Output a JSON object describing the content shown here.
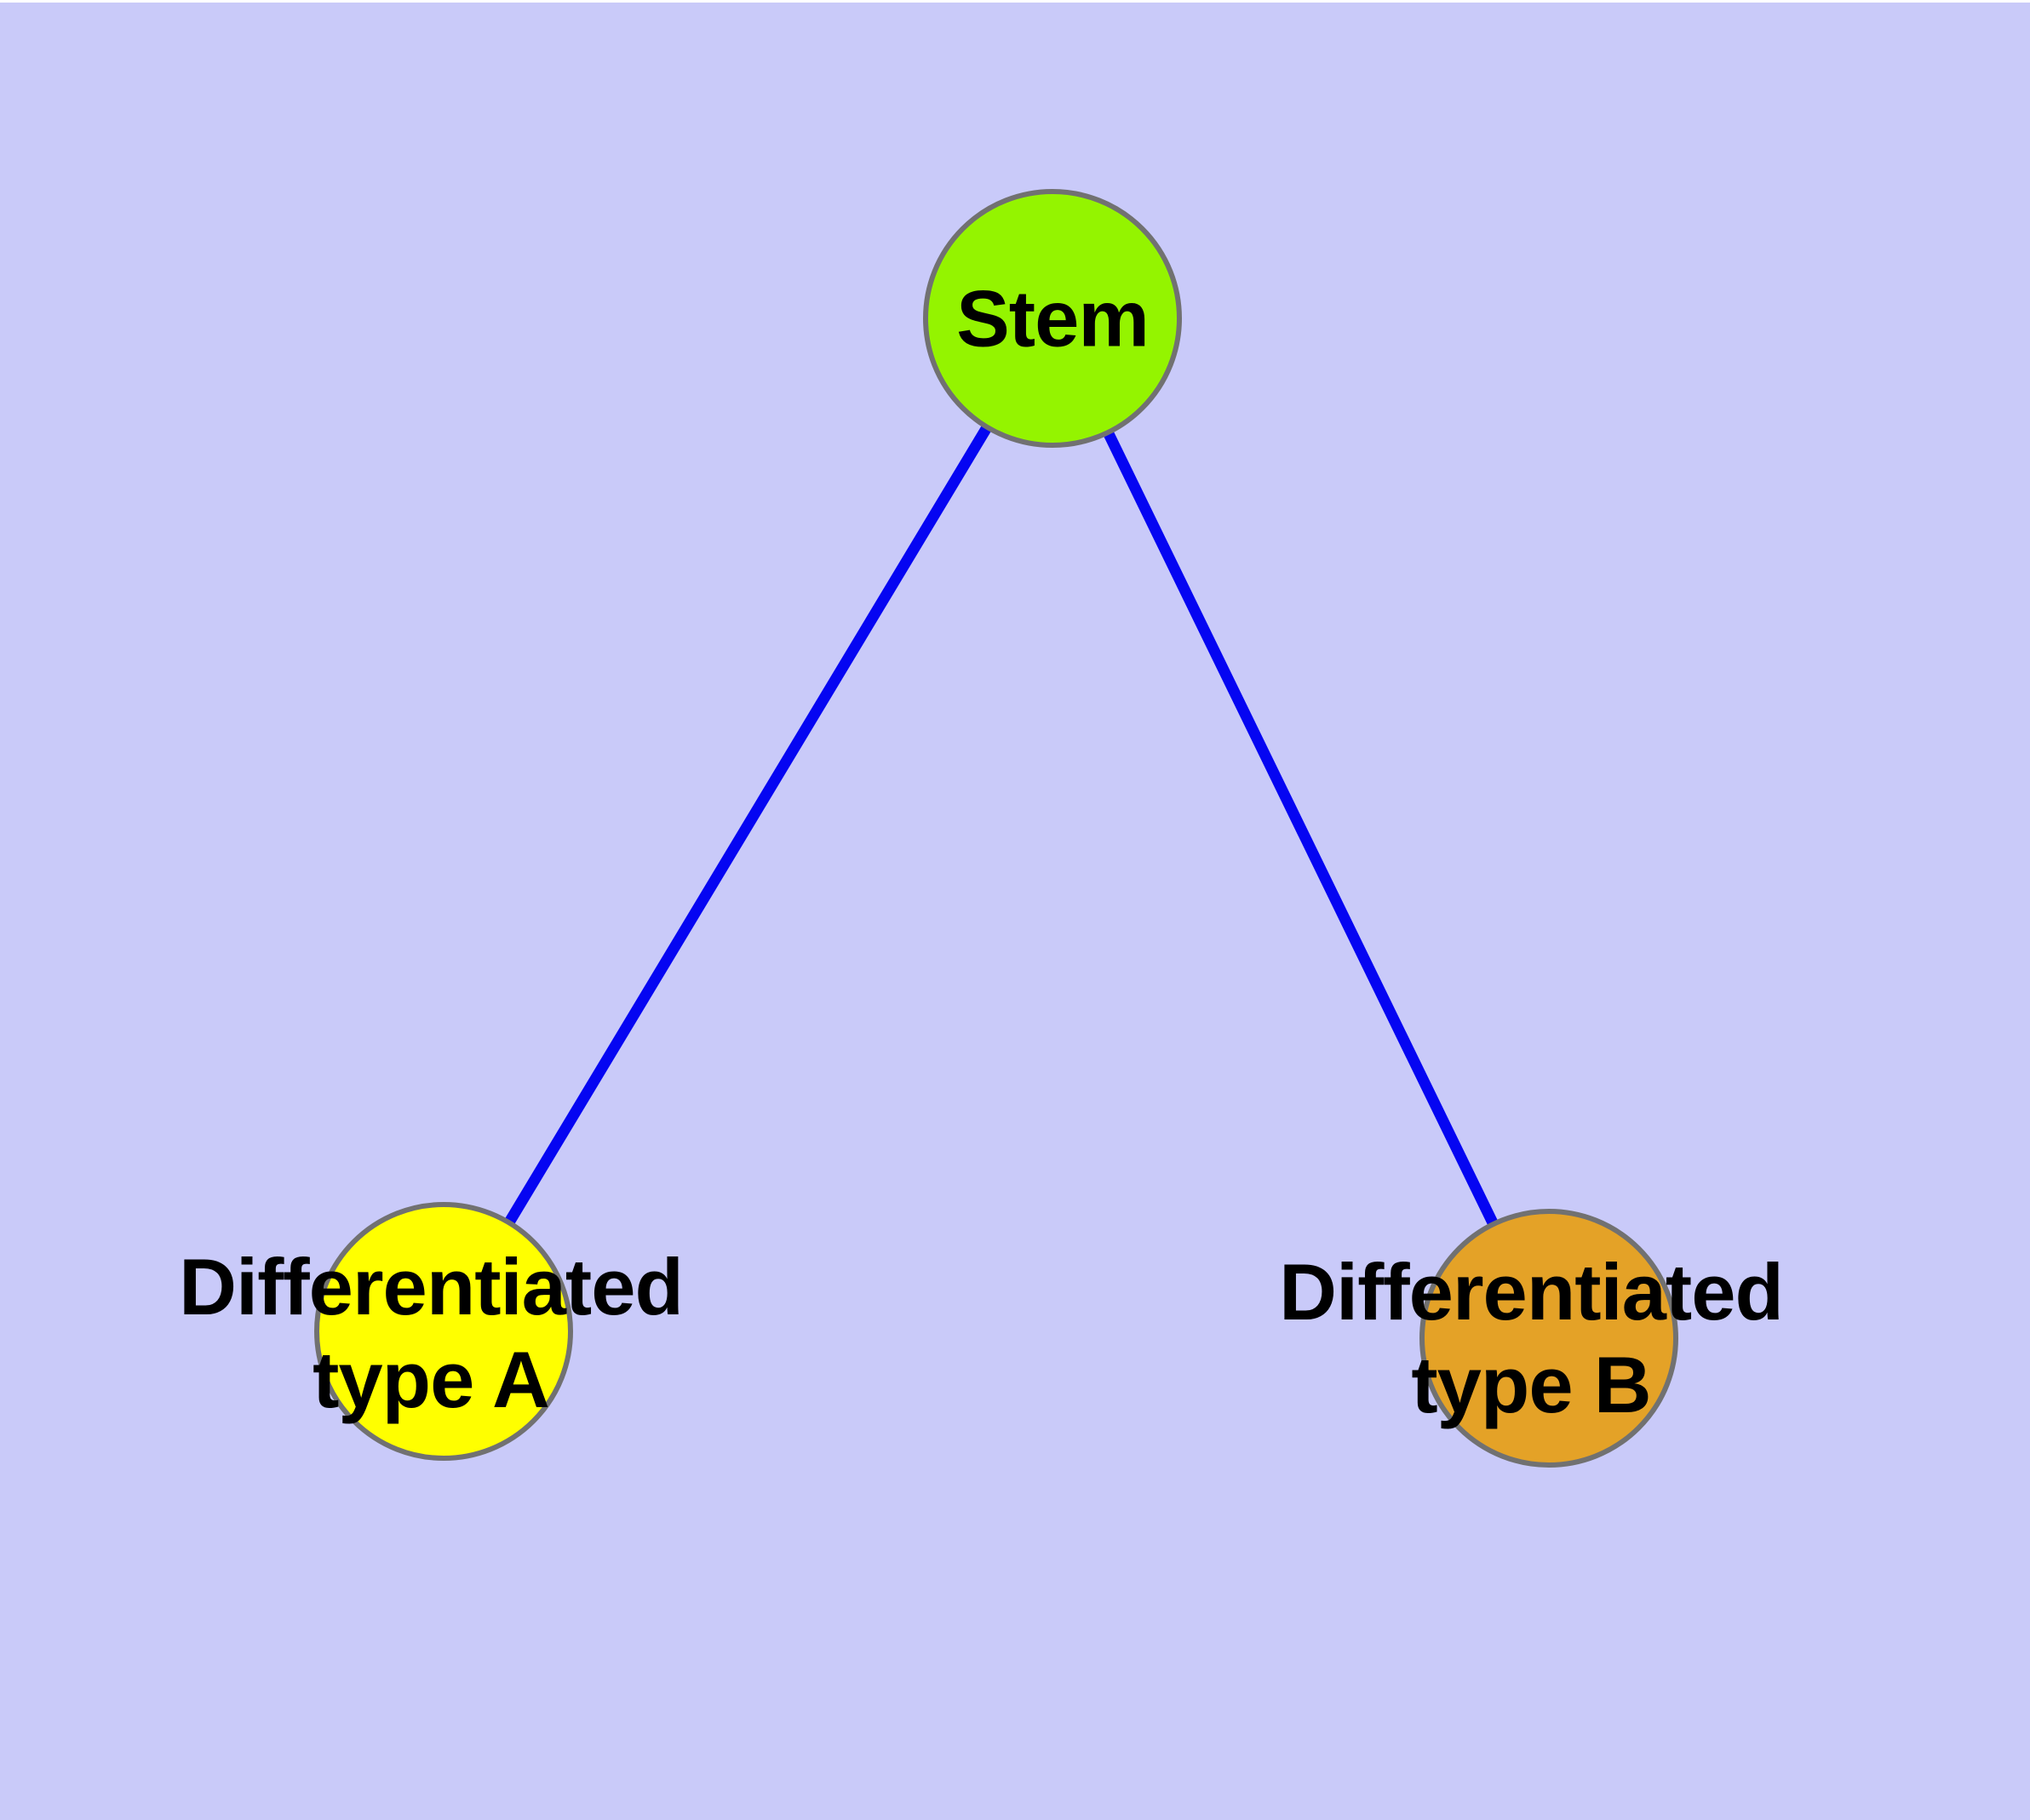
{
  "diagram": {
    "type": "graph",
    "background_color": "#C9CAF9",
    "edge_color": "#0505F2",
    "node_border_color": "#717171",
    "text_color": "#000000",
    "nodes": [
      {
        "id": "stem",
        "lines": [
          "Stem"
        ],
        "fill": "#94F400"
      },
      {
        "id": "type-a",
        "lines": [
          "Differentiated",
          "type A"
        ],
        "fill": "#FFFF00"
      },
      {
        "id": "type-b",
        "lines": [
          "Differentiated",
          "type B"
        ],
        "fill": "#E4A227"
      }
    ],
    "edges": [
      {
        "from": "Stem",
        "to": "Differentiated type A"
      },
      {
        "from": "Stem",
        "to": "Differentiated type B"
      }
    ]
  }
}
